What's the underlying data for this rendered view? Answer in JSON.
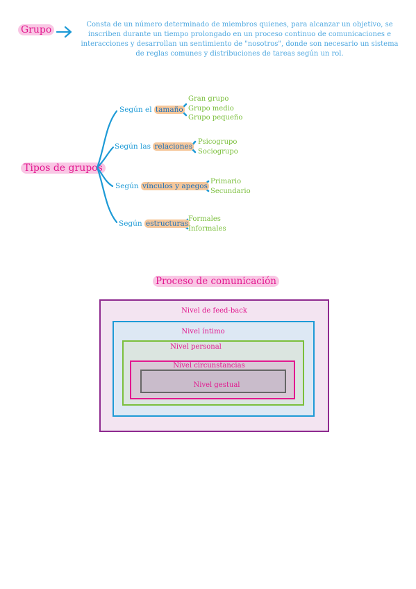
{
  "grupo": {
    "title": "Grupo",
    "definition": "Consta de un número determinado de miembros quienes, para alcanzar un objetivo, se inscriben durante un tiempo prolongado en un proceso continuo de comunicaciones e interacciones y desarrollan un sentimiento de \"nosotros\", donde son necesario un sistema de reglas comunes y distribuciones de tareas según un rol."
  },
  "tipos": {
    "title": "Tipos de grupos",
    "branches": [
      {
        "prefix": "Según el",
        "key": "tamaño",
        "items": [
          "Gran grupo",
          "Grupo medio",
          "Grupo pequeño"
        ]
      },
      {
        "prefix": "Según las",
        "key": "relaciones",
        "items": [
          "Psicogrupo",
          "Sociogrupo"
        ]
      },
      {
        "prefix": "Según",
        "key": "vínculos y apegos",
        "items": [
          "Primario",
          "Secundario"
        ]
      },
      {
        "prefix": "Según",
        "key": "estructuras",
        "items": [
          "Formales",
          "Informales"
        ]
      }
    ]
  },
  "proceso": {
    "title": "Proceso de comunicación",
    "levels": [
      "Nivel de feed-back",
      "Nivel íntimo",
      "Nivel personal",
      "Nivel circunstancias",
      "Nivel gestual"
    ]
  },
  "colors": {
    "blue": "#1d9ad6",
    "green": "#7bbf3c",
    "pink": "#e2188f",
    "purple": "#8e2a8f"
  }
}
